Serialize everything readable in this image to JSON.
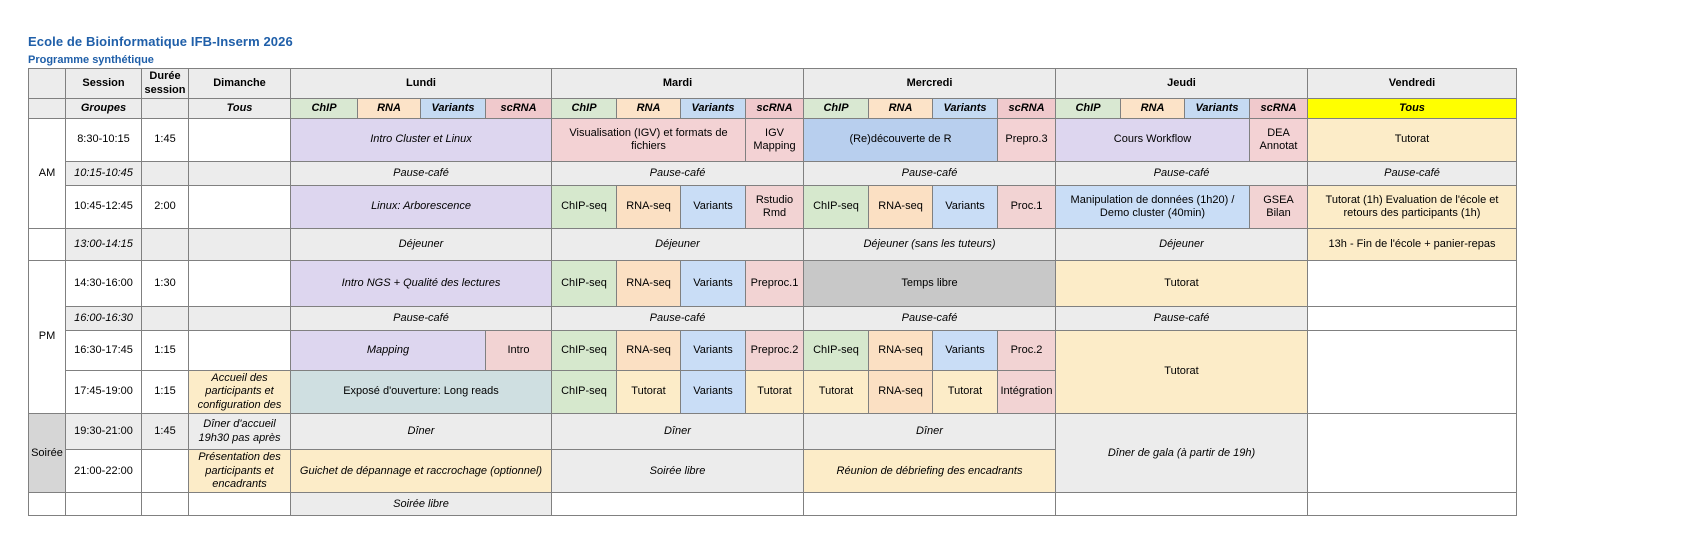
{
  "header": {
    "title": "Ecole de Bioinformatique IFB-Inserm 2026",
    "subtitle": "Programme synthétique"
  },
  "columns": {
    "session": "Session",
    "duree": "Durée session",
    "duree_line1": "Durée",
    "duree_line2": "session",
    "days": [
      "Dimanche",
      "Lundi",
      "Mardi",
      "Mercredi",
      "Jeudi",
      "Vendredi"
    ]
  },
  "groups": {
    "label": "Groupes",
    "tous": "Tous",
    "chip": "ChIP",
    "rna": "RNA",
    "variants": "Variants",
    "scrna": "scRNA",
    "vendredi_tous": "Tous"
  },
  "periods": {
    "am": "AM",
    "pm": "PM",
    "soiree": "Soirée"
  },
  "times": {
    "t1": "8:30-10:15",
    "pause1": "10:15-10:45",
    "t2": "10:45-12:45",
    "dejeuner": "13:00-14:15",
    "t3": "14:30-16:00",
    "pause2": "16:00-16:30",
    "t4": "16:30-17:45",
    "t5": "17:45-19:00",
    "t6": "19:30-21:00",
    "t7": "21:00-22:00"
  },
  "durations": {
    "d1": "1:45",
    "d2": "2:00",
    "d3": "1:30",
    "d4": "1:15",
    "d5": "1:15",
    "d6": "1:45"
  },
  "labels": {
    "pause_cafe": "Pause-café",
    "dejeuner": "Déjeuner",
    "dejeuner_sans_tuteurs": "Déjeuner (sans les tuteurs)",
    "diner": "Dîner"
  },
  "cells": {
    "r1": {
      "lundi": "Intro Cluster et Linux",
      "mardi_main": "Visualisation (IGV) et formats de fichiers",
      "mardi_scrna": "IGV Mapping",
      "mercredi_main": "(Re)découverte de R",
      "mercredi_scrna": "Prepro.3",
      "jeudi_main": "Cours Workflow",
      "jeudi_scrna": "DEA Annotat",
      "vendredi": "Tutorat"
    },
    "r2": {
      "lundi": "Linux: Arborescence",
      "mardi_chip": "ChIP-seq",
      "mardi_rna": "RNA-seq",
      "mardi_var": "Variants",
      "mardi_scrna": "Rstudio Rmd",
      "mercredi_chip": "ChIP-seq",
      "mercredi_rna": "RNA-seq",
      "mercredi_var": "Variants",
      "mercredi_scrna": "Proc.1",
      "jeudi_main": "Manipulation de données (1h20) / Demo cluster (40min)",
      "jeudi_scrna": "GSEA Bilan",
      "vendredi": "Tutorat (1h) Evaluation de l'école et retours des participants (1h)"
    },
    "rdej": {
      "vendredi": "13h - Fin de l'école + panier-repas"
    },
    "r3": {
      "lundi": "Intro NGS + Qualité des lectures",
      "mardi_chip": "ChIP-seq",
      "mardi_rna": "RNA-seq",
      "mardi_var": "Variants",
      "mardi_scrna": "Preproc.1",
      "mercredi": "Temps libre",
      "jeudi": "Tutorat"
    },
    "r4": {
      "lundi_main": "Mapping",
      "lundi_scrna": "Intro",
      "mardi_chip": "ChIP-seq",
      "mardi_rna": "RNA-seq",
      "mardi_var": "Variants",
      "mardi_scrna": "Preproc.2",
      "mercredi_chip": "ChIP-seq",
      "mercredi_rna": "RNA-seq",
      "mercredi_var": "Variants",
      "mercredi_scrna": "Proc.2",
      "jeudi": "Tutorat"
    },
    "r5": {
      "dimanche": "Accueil des participants et configuration des",
      "lundi": "Exposé d'ouverture: Long reads",
      "mardi_chip": "ChIP-seq",
      "mardi_rna": "Tutorat",
      "mardi_var": "Variants",
      "mardi_scrna": "Tutorat",
      "mercredi_chip": "Tutorat",
      "mercredi_rna": "RNA-seq",
      "mercredi_var": "Tutorat",
      "mercredi_scrna": "Intégration"
    },
    "r6": {
      "dimanche": "Dîner d'accueil 19h30 pas après",
      "lundi": "Dîner",
      "mardi": "Dîner",
      "mercredi": "Dîner",
      "jeudi": "Dîner de gala (à partir de 19h)"
    },
    "r7": {
      "dimanche": "Présentation des participants et encadrants",
      "lundi": "Guichet de dépannage et raccrochage (optionnel)",
      "mardi": "Soirée libre",
      "mercredi": "Réunion de débriefing des encadrants"
    },
    "r8": {
      "lundi": "Soirée libre"
    }
  }
}
